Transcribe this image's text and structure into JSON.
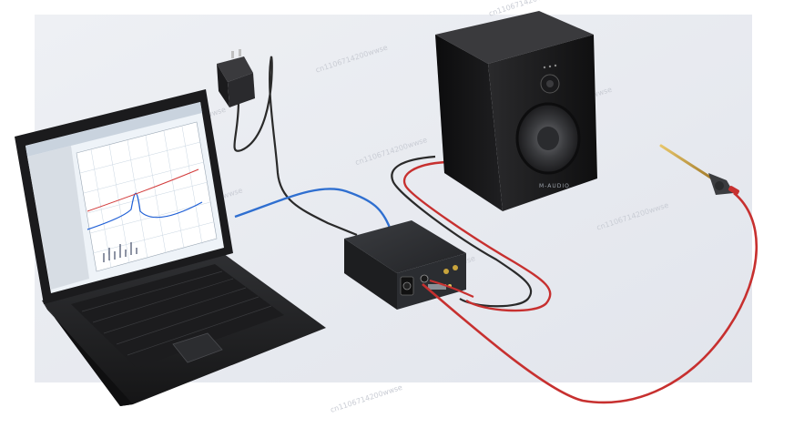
{
  "speaker": {
    "brand_label": "M-AUDIO"
  },
  "watermarks": [
    "cn1106714200wwse",
    "cn1106714200wwse",
    "cn1106714200wwse",
    "cn1106714200wwse",
    "cn1106714200wwse",
    "cn1106714200wwse",
    "cn1106714200wwse",
    "cn1106714200wwse",
    "cn1106714200wwse",
    "cn1106714200wwse"
  ],
  "colors": {
    "background_panel": "#ebedf2",
    "device_body": "#2b2d31",
    "red_cable": "#c7302f",
    "blue_cable": "#2f6fd0",
    "black_cable": "#2a2a2a",
    "screen_grid": "#e6eef6",
    "curve_blue": "#1f5fd6",
    "curve_red": "#d23a3a"
  }
}
